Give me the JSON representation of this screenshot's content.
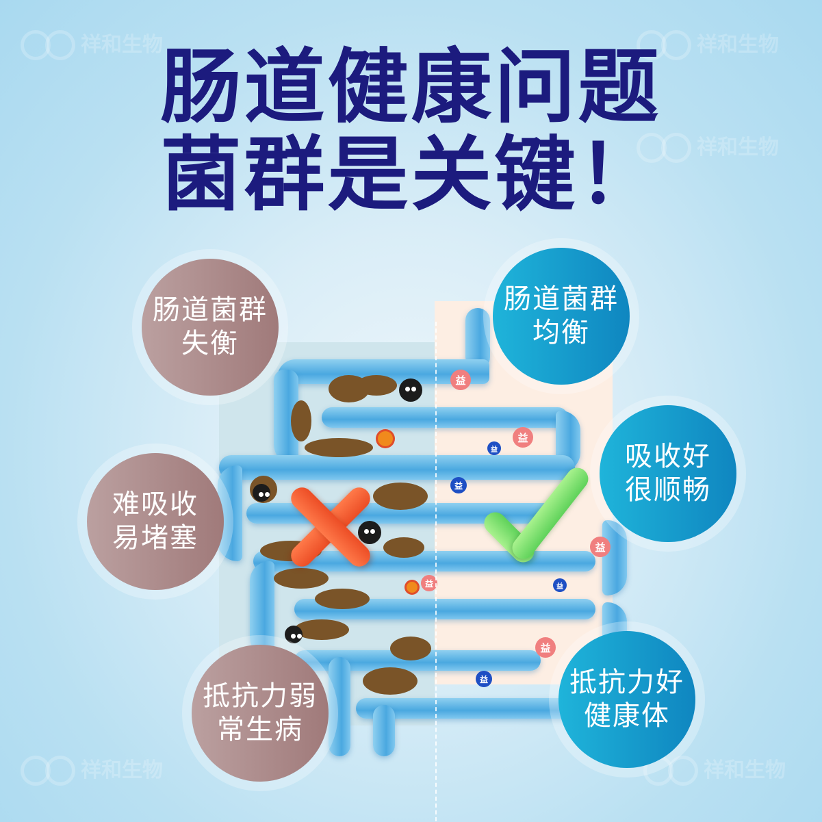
{
  "title": {
    "line1": "肠道健康问题",
    "line2": "菌群是关键！",
    "color": "#1c1b7e"
  },
  "watermark": {
    "text": "祥和生物",
    "icon": "infinity-logo-icon"
  },
  "bad_side": {
    "color": "#a88a8a",
    "bubbles": [
      {
        "line1": "肠道菌群",
        "line2": "失衡"
      },
      {
        "line1": "难吸收",
        "line2": "易堵塞"
      },
      {
        "line1": "抵抗力弱",
        "line2": "常生病"
      }
    ],
    "mark": "x-mark-icon"
  },
  "good_side": {
    "color": "#1a9fd0",
    "bubbles": [
      {
        "line1": "肠道菌群",
        "line2": "均衡"
      },
      {
        "line1": "吸收好",
        "line2": "很顺畅"
      },
      {
        "line1": "抵抗力好",
        "line2": "健康体"
      }
    ],
    "mark": "check-mark-icon",
    "badge_label": "益"
  }
}
